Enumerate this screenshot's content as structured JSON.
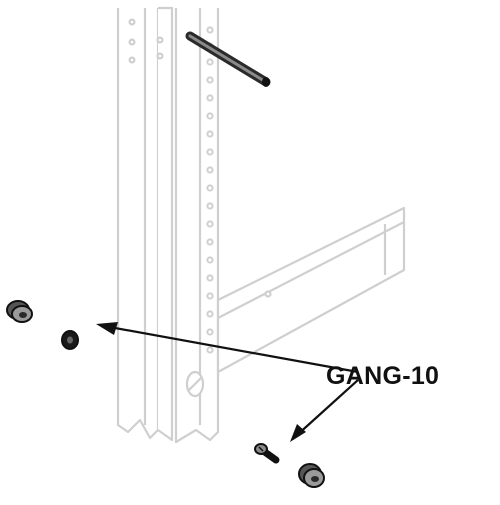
{
  "figure": {
    "callout_label": "GANG-10",
    "colors": {
      "rack_outline": "#cfcfcf",
      "ink": "#111111",
      "hardware_dark": "#2a2a2a",
      "hardware_mid": "#8a8a8a",
      "background": "#ffffff"
    },
    "parts": [
      {
        "name": "rack-rail",
        "icon": "rack-rail-icon"
      },
      {
        "name": "insertion-tool",
        "icon": "tool-rod-icon"
      },
      {
        "name": "shelf-bracket",
        "icon": "bracket-icon"
      },
      {
        "name": "cage-nut",
        "icon": "cage-nut-icon"
      },
      {
        "name": "rack-screw",
        "icon": "screw-icon"
      },
      {
        "name": "washer",
        "icon": "washer-icon"
      }
    ]
  }
}
